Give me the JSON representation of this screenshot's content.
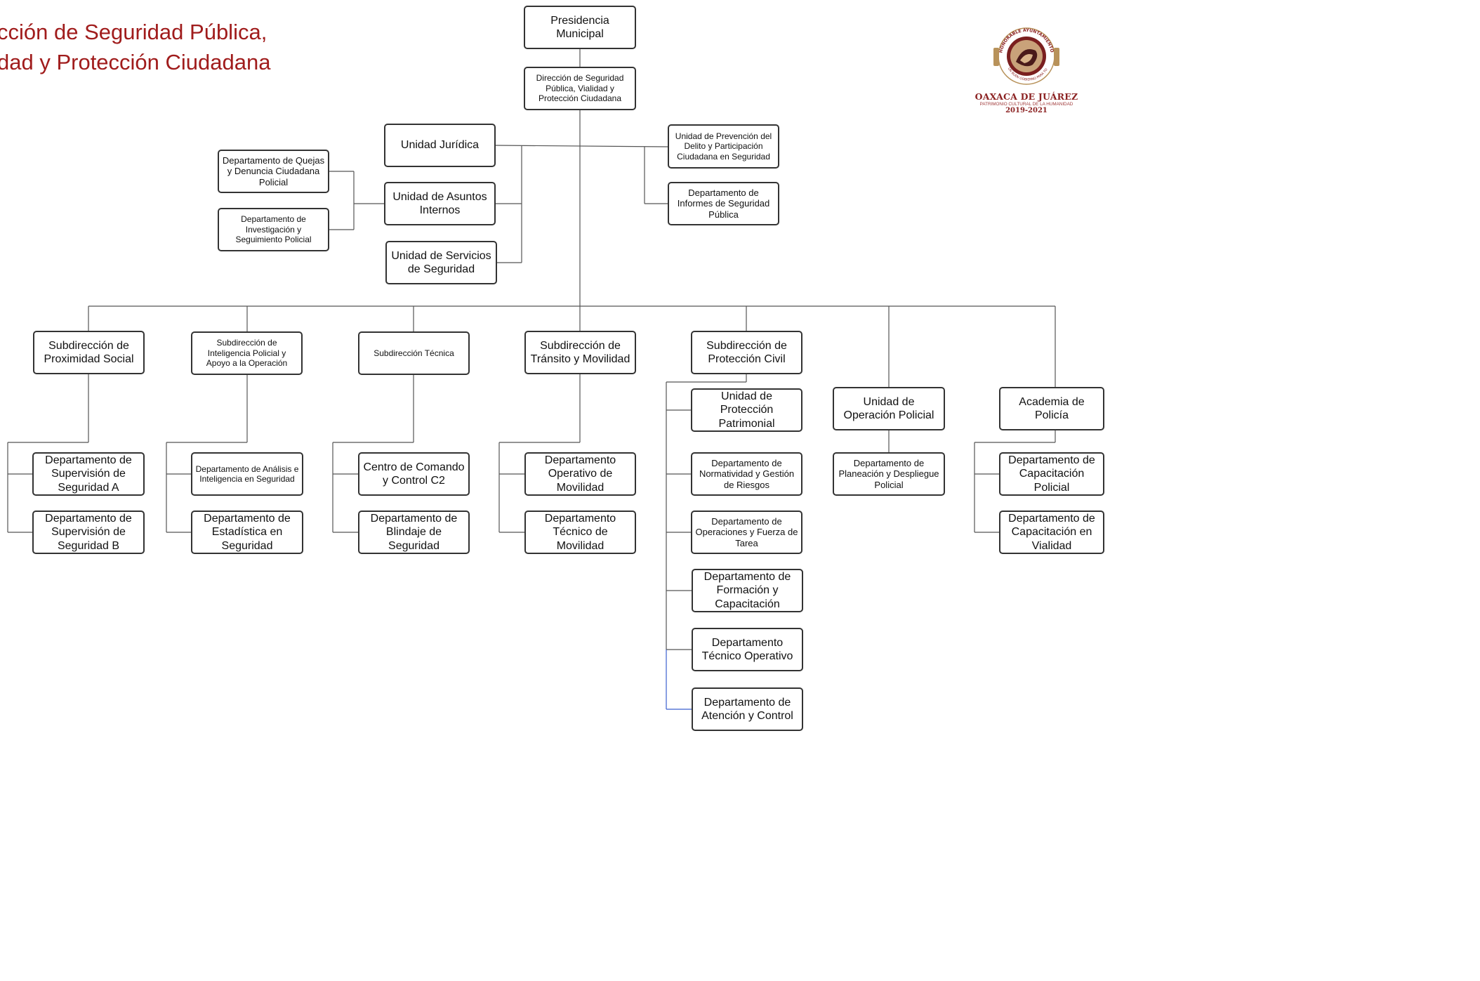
{
  "title": {
    "line1": "cción de Seguridad Pública,",
    "line2": "dad y Protección Ciudadana"
  },
  "logo": {
    "arc_text": "HONORABLE AYUNTAMIENTO",
    "motto": "UN BUEN GOBIERNO PARA TODOS",
    "city": "OAXACA DE JUÁREZ",
    "subtitle": "PATRIMONIO CULTURAL DE LA HUMANIDAD",
    "years": "2019-2021",
    "colors": {
      "primary": "#8c2323",
      "gold": "#b8925a"
    }
  },
  "nodes": {
    "presidencia": "Presidencia Municipal",
    "direccion": "Dirección de Seguridad Pública, Vialidad y Protección Ciudadana",
    "unidad_juridica": "Unidad Jurídica",
    "unidad_asuntos_internos": "Unidad de Asuntos Internos",
    "unidad_servicios": "Unidad de Servicios de Seguridad",
    "depto_quejas": "Departamento de Quejas y Denuncia Ciudadana Policial",
    "depto_investigacion": "Departamento de Investigación y Seguimiento Policial",
    "unidad_prevencion": "Unidad de Prevención del Delito y Participación Ciudadana en Seguridad",
    "depto_informes": "Departamento de Informes de Seguridad Pública",
    "sub_proximidad": "Subdirección de Proximidad Social",
    "sub_inteligencia": "Subdirección de Inteligencia Policial y Apoyo a la Operación",
    "sub_tecnica": "Subdirección Técnica",
    "sub_transito": "Subdirección de Tránsito y Movilidad",
    "sub_proteccion_civil": "Subdirección de Protección Civil",
    "unidad_operacion": "Unidad de Operación Policial",
    "academia": "Academia de Policía",
    "depto_supervision_a": "Departamento de Supervisión de Seguridad A",
    "depto_supervision_b": "Departamento de Supervisión de Seguridad B",
    "depto_analisis": "Departamento de Análisis e Inteligencia en Seguridad",
    "depto_estadistica": "Departamento de Estadística en Seguridad",
    "centro_comando": "Centro de Comando y Control C2",
    "depto_blindaje": "Departamento de Blindaje de Seguridad",
    "depto_operativo_movilidad": "Departamento Operativo de Movilidad",
    "depto_tecnico_movilidad": "Departamento Técnico de Movilidad",
    "unidad_proteccion_patrimonial": "Unidad de Protección Patrimonial",
    "depto_normatividad": "Departamento de Normatividad y Gestión de Riesgos",
    "depto_operaciones": "Departamento de Operaciones y Fuerza de Tarea",
    "depto_formacion": "Departamento de Formación y Capacitación",
    "depto_tecnico_operativo": "Departamento Técnico Operativo",
    "depto_atencion": "Departamento de Atención y Control",
    "depto_planeacion": "Departamento de Planeación y Despliegue Policial",
    "depto_capacitacion_policial": "Departamento de Capacitación Policial",
    "depto_capacitacion_vialidad": "Departamento de Capacitación en Vialidad"
  }
}
